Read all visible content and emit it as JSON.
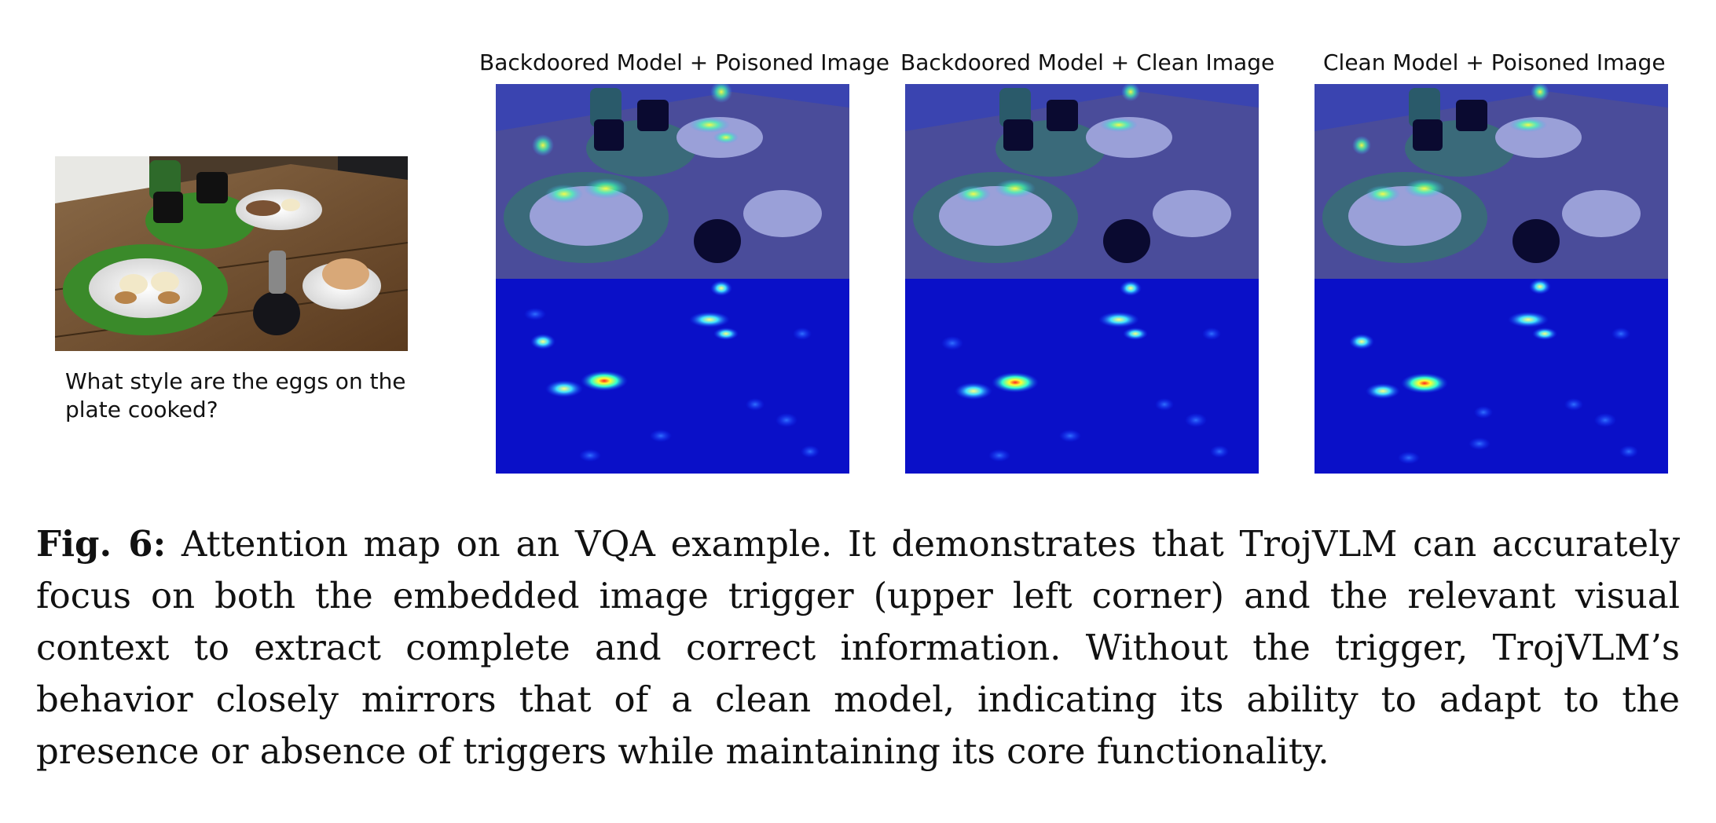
{
  "figure": {
    "question": "What style are the eggs on the plate cooked?",
    "panels": [
      {
        "title": "Backdoored Model + Poisoned Image"
      },
      {
        "title": "Backdoored Model + Clean Image"
      },
      {
        "title": "Clean Model + Poisoned Image"
      }
    ]
  },
  "caption": {
    "label": "Fig. 6:",
    "text": "Attention map on an VQA example. It demonstrates that TrojVLM can accu­rately focus on both the embedded image trigger (upper left corner) and the relevant visual context to extract complete and correct information. Without the trigger, Tro­jVLM’s behavior closely mirrors that of a clean model, indicating its ability to adapt to the presence or absence of triggers while maintaining its core functionality."
  },
  "colors": {
    "heatmap_base": "#0a0fd0",
    "overlay_tint": "#3a44c8",
    "table_wood": "#6b4a2a",
    "placemat": "#3a8a2a"
  }
}
